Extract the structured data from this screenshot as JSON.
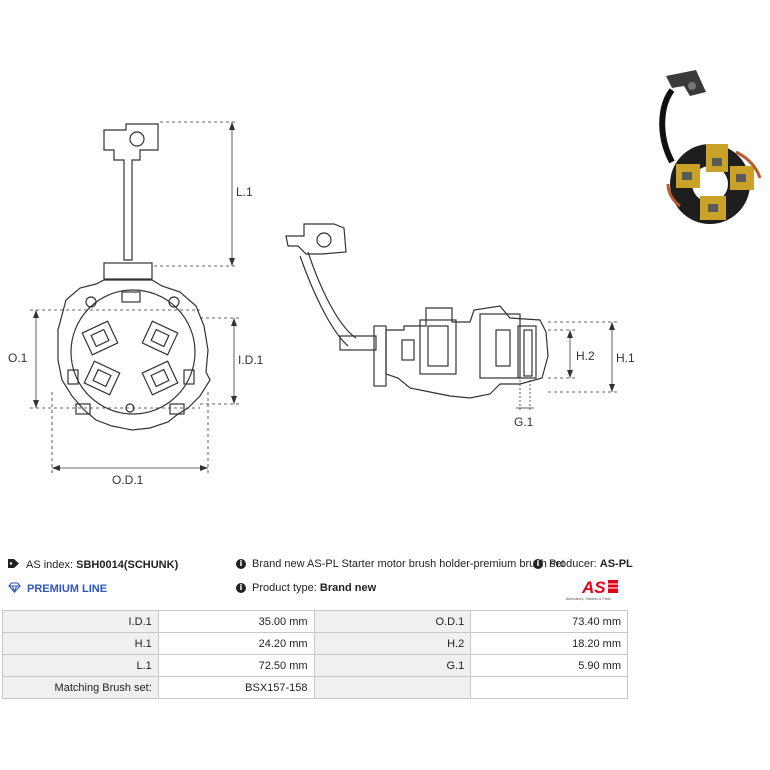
{
  "dimension_labels": {
    "l1": "L.1",
    "o1": "O.1",
    "id1": "I.D.1",
    "od1": "O.D.1",
    "h1": "H.1",
    "h2": "H.2",
    "g1": "G.1"
  },
  "info": {
    "as_index_label": "AS index:",
    "as_index_value": "SBH0014(SCHUNK)",
    "premium_line": "PREMIUM LINE",
    "description": "Brand new AS-PL Starter motor brush holder-premium brush set",
    "producer_label": "Producer:",
    "producer_value": "AS-PL",
    "product_type_label": "Product type:",
    "product_type_value": "Brand new"
  },
  "logo": {
    "text": "AS",
    "tagline": "Alternators, Starters & Parts",
    "color": "#e3001b"
  },
  "specs": [
    {
      "label1": "I.D.1",
      "value1": "35.00 mm",
      "label2": "O.D.1",
      "value2": "73.40 mm"
    },
    {
      "label1": "H.1",
      "value1": "24.20 mm",
      "label2": "H.2",
      "value2": "18.20 mm"
    },
    {
      "label1": "L.1",
      "value1": "72.50 mm",
      "label2": "G.1",
      "value2": "5.90 mm"
    },
    {
      "label1": "Matching Brush set:",
      "value1": "BSX157-158",
      "label2": "",
      "value2": ""
    }
  ]
}
